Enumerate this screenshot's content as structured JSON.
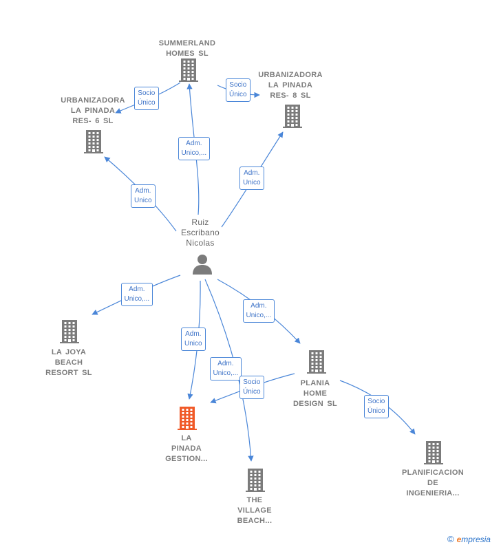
{
  "colors": {
    "edge": "#4a86d8",
    "company": "#7b7b7b",
    "focus_company": "#f05a28",
    "person": "#7b7b7b"
  },
  "nodes": [
    {
      "id": "summerland",
      "type": "company",
      "label": "SUMMERLAND\nHOMES SL"
    },
    {
      "id": "urb8",
      "type": "company",
      "label": "URBANIZADORA\nLA PINADA\nRES- 8 SL"
    },
    {
      "id": "urb6",
      "type": "company",
      "label": "URBANIZADORA\nLA PINADA\nRES- 6 SL"
    },
    {
      "id": "person",
      "type": "person",
      "label": "Ruiz\nEscribano\nNicolas"
    },
    {
      "id": "lajoya",
      "type": "company",
      "label": "LA JOYA\nBEACH\nRESORT SL"
    },
    {
      "id": "lapinada",
      "type": "company",
      "focus": true,
      "label": "LA\nPINADA\nGESTION..."
    },
    {
      "id": "village",
      "type": "company",
      "label": "THE\nVILLAGE\nBEACH..."
    },
    {
      "id": "plania",
      "type": "company",
      "label": "PLANIA\nHOME\nDESIGN SL"
    },
    {
      "id": "planif",
      "type": "company",
      "label": "PLANIFICACION\nDE\nINGENIERIA..."
    }
  ],
  "edges": [
    {
      "from": "person",
      "to": "summerland",
      "label": "Adm.\nUnico,..."
    },
    {
      "from": "person",
      "to": "urb6",
      "label": "Adm.\nUnico"
    },
    {
      "from": "person",
      "to": "urb8",
      "label": "Adm.\nUnico"
    },
    {
      "from": "summerland",
      "to": "urb8",
      "label": "Socio\nÚnico"
    },
    {
      "from": "summerland",
      "to": "urb6",
      "label": "Socio\nÚnico"
    },
    {
      "from": "person",
      "to": "lajoya",
      "label": "Adm.\nUnico,..."
    },
    {
      "from": "person",
      "to": "lapinada",
      "label": "Adm.\nUnico"
    },
    {
      "from": "person",
      "to": "village",
      "label": "Adm.\nUnico,..."
    },
    {
      "from": "person",
      "to": "plania",
      "label": "Adm.\nUnico,..."
    },
    {
      "from": "plania",
      "to": "lapinada",
      "label": "Socio\nÚnico"
    },
    {
      "from": "plania",
      "to": "planif",
      "label": "Socio\nÚnico"
    }
  ],
  "footer": {
    "copyright": "©",
    "brand_initial": "e",
    "brand_rest": "mpresia"
  }
}
